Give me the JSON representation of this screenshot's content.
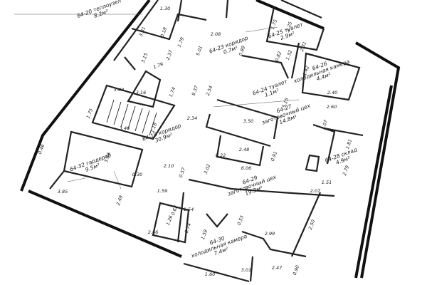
{
  "rooms": [
    {
      "id": "64-20",
      "name": "теплоузел",
      "area": "8.2м²"
    },
    {
      "id": "64-25",
      "name": "туалет",
      "area": "2.9м²"
    },
    {
      "id": "64-23",
      "name": "коридор",
      "area": "0.7м²"
    },
    {
      "id": "64-26",
      "name": "холодильная камера",
      "area": "4.4м²"
    },
    {
      "id": "64-24",
      "name": "туалет",
      "area": "1.1м²"
    },
    {
      "id": "64-27",
      "name": "заготовочный цех",
      "area": "14.8м²"
    },
    {
      "id": "64-19",
      "name": "коридор",
      "area": "30.9м²"
    },
    {
      "id": "64-28",
      "name": "склад",
      "area": "4.9м²"
    },
    {
      "id": "64-32",
      "name": "гардероб",
      "area": "9.5м²"
    },
    {
      "id": "64-29",
      "name": "заготовочный цех",
      "area": "19.3м²"
    },
    {
      "id": "64-30",
      "name": "холодильная камера",
      "area": "7.4м²"
    }
  ],
  "dimensions": [
    "1.30",
    "3.31",
    "2.08",
    "2.37",
    "5.01",
    "1.79",
    "0.89",
    "1.75",
    "0.82",
    "1.32",
    "1.25",
    "1.42",
    "2.31",
    "3.15",
    "0.18",
    "1.79",
    "9.37",
    "3.40",
    "3.16",
    "1.74",
    "2.54",
    "5.15",
    "2.40",
    "2.60",
    "1.75",
    "2.34",
    "3.50",
    "3.07",
    "3.46",
    "1.18",
    "1.81",
    "2.48",
    "3.83",
    "0.22",
    "0.91",
    "2.79",
    "0.30",
    "2.10",
    "0.57",
    "3.02",
    "6.06",
    "2.07",
    "1.51",
    "3.85",
    "2.49",
    "1.59",
    "0.62",
    "1.54",
    "1.26",
    "0.74",
    "0.55",
    "2.50",
    "2.66",
    "2.99",
    "1.59",
    "2.47",
    "1.60",
    "3.01",
    "0.90",
    "0.46"
  ]
}
